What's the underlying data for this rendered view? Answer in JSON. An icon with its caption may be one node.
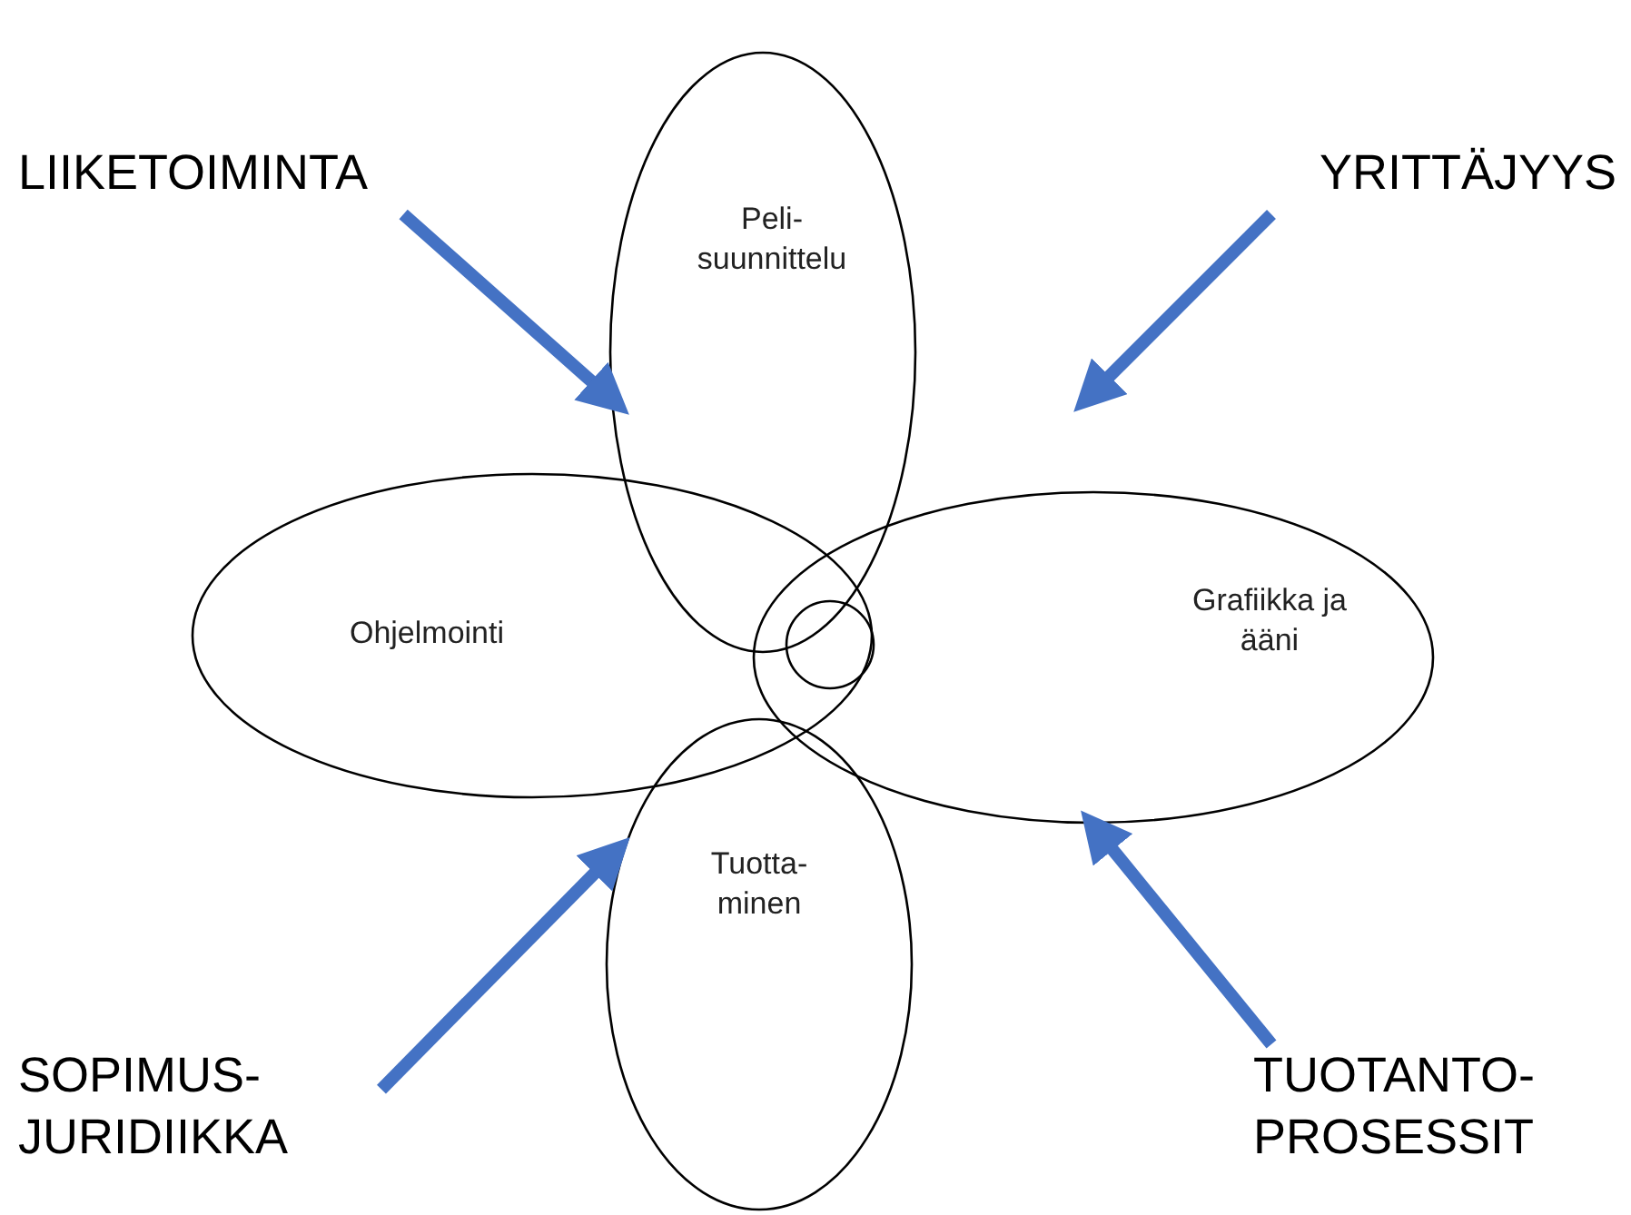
{
  "diagram": {
    "nodes": [
      {
        "text": [
          "Peli- suunnittelu"
        ]
      },
      {
        "text": [
          "Ohjelmointi"
        ]
      },
      {
        "text": [
          "Grafiikka ja ääni"
        ]
      },
      {
        "text": [
          "Tuotta- minen"
        ]
      },
      {
        "text": [],
        "shape": "circle"
      },
      {
        "text": [
          "LIIKETOIMINTA"
        ]
      },
      {
        "text": [
          "YRITTÄJYYS"
        ]
      },
      {
        "text": [
          "SOPIMUS- JURIDIIKKA"
        ]
      },
      {
        "text": [
          "TUOTANTO- PROSESSIT"
        ]
      }
    ],
    "edges": [
      {
        "from": 5,
        "to": 0,
        "arrow": "to",
        "color": "#4472c4"
      },
      {
        "from": 6,
        "to": null,
        "arrow": "to",
        "color": "#4472c4"
      },
      {
        "from": 7,
        "to": 3,
        "arrow": "to",
        "color": "#4472c4"
      },
      {
        "from": 8,
        "to": 2,
        "arrow": "to",
        "color": "#4472c4"
      }
    ]
  }
}
